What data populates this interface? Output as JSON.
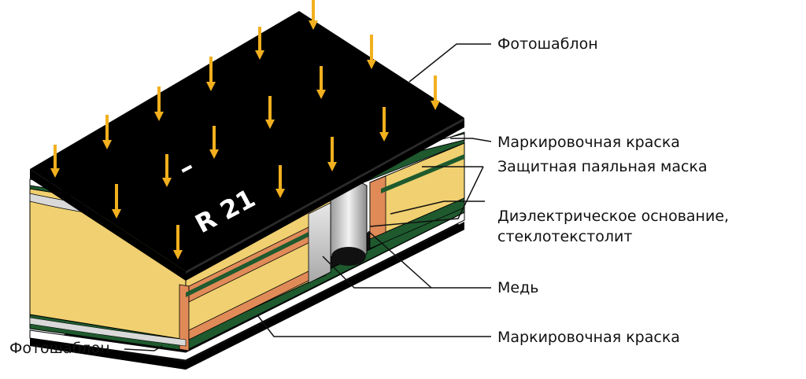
{
  "labels": {
    "photomask_top": "Фотошаблон",
    "marking_ink_top": "Маркировочная краска",
    "solder_mask": "Защитная паяльная маска",
    "dielectric_line1": "Диэлектрическое основание,",
    "dielectric_line2": "стеклотекстолит",
    "copper": "Медь",
    "marking_ink_bottom": "Маркировочная краска",
    "photomask_bottom": "Фотошаблон"
  },
  "board_marking": {
    "dash": "–",
    "designator": "R 21"
  },
  "colors": {
    "photomask": "#000000",
    "dielectric": "#f0d070",
    "solder_mask": "#1e5a2e",
    "copper": "#e08a58",
    "hole_wall": "#c8c8c8",
    "arrow": "#f2b01e",
    "leader": "#111111"
  }
}
